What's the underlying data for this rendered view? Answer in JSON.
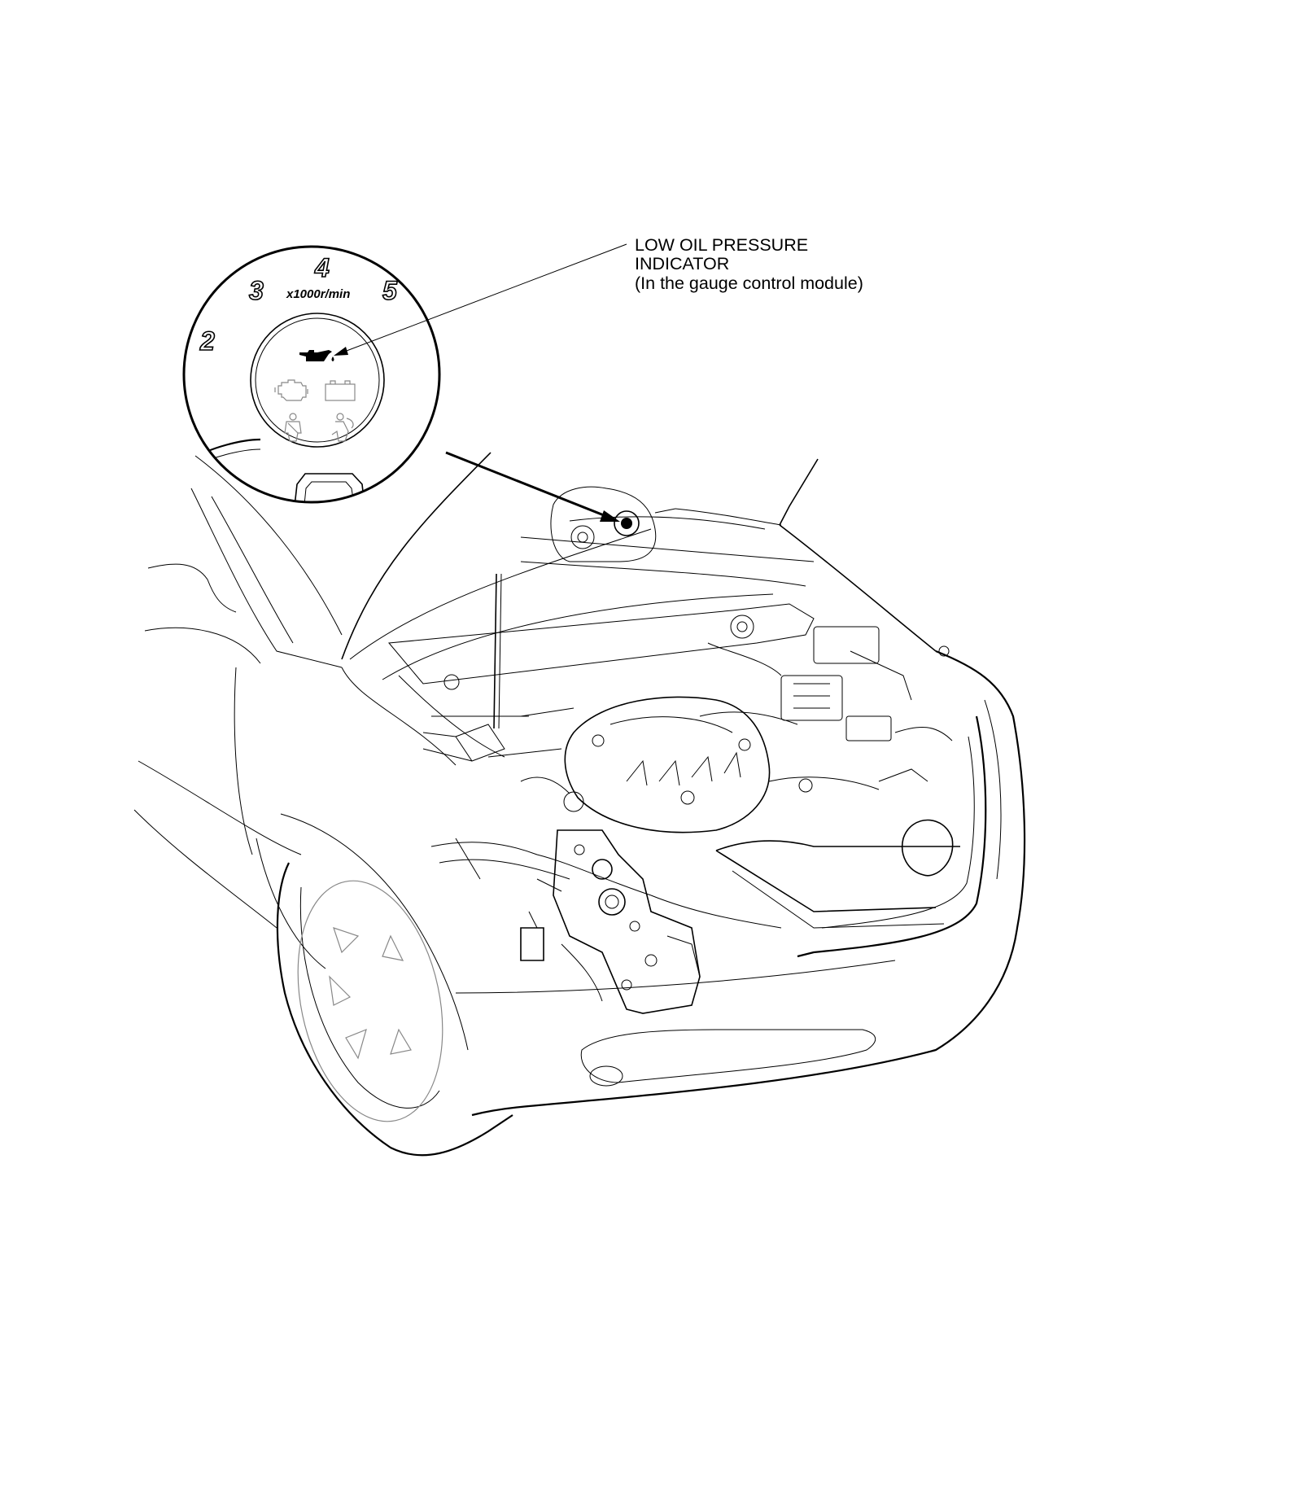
{
  "callout": {
    "line1": "LOW OIL PRESSURE",
    "line2": "INDICATOR",
    "line3": "(In the gauge control module)"
  },
  "gauge": {
    "numbers": [
      "2",
      "3",
      "4",
      "5"
    ],
    "unit": "x1000r/min"
  },
  "icons": [
    "oil-can-icon",
    "check-engine-icon",
    "battery-icon",
    "seat-belt-icon",
    "airbag-icon"
  ]
}
